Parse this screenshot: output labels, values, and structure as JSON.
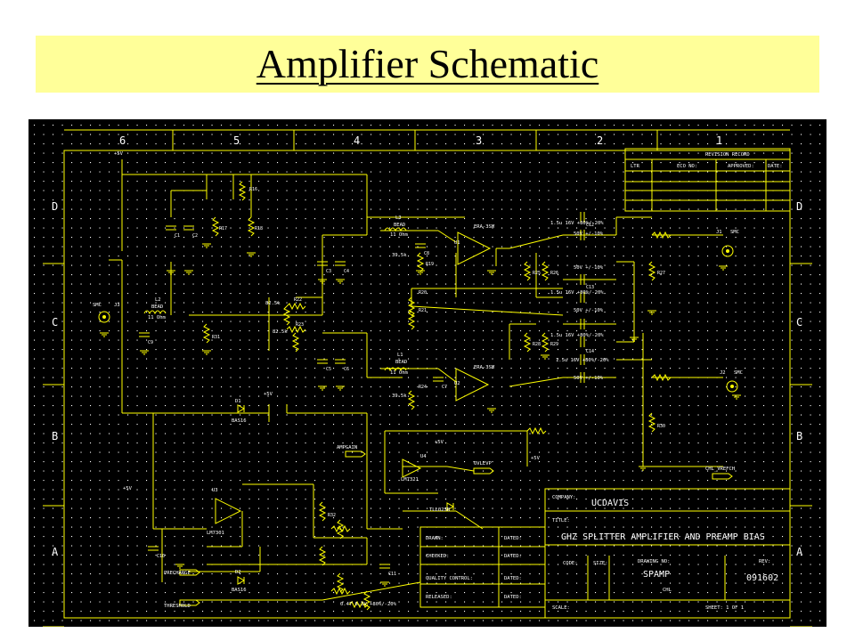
{
  "slide": {
    "title": "Amplifier Schematic",
    "banner_color": "#ffff99",
    "title_color": "#000000"
  },
  "schematic": {
    "background": "#000000",
    "line_color": "#ffff00",
    "text_color": "#ffffff",
    "dot_color": "#ffffff",
    "border_columns": [
      "6",
      "5",
      "4",
      "3",
      "2",
      "1"
    ],
    "border_rows": [
      "D",
      "C",
      "B",
      "A"
    ],
    "revision_block": {
      "title": "REVISION RECORD",
      "headers": [
        "LTR",
        "ECO NO:",
        "APPROVED:",
        "DATE:"
      ]
    },
    "title_block": {
      "company_label": "COMPANY:",
      "company": "UCDAVIS",
      "title_label": "TITLE:",
      "title": "GHZ SPLITTER AMPLIFIER AND PREAMP BIAS",
      "sign_rows": [
        {
          "label": "DRAWN:",
          "dated": "DATED:"
        },
        {
          "label": "CHECKED:",
          "dated": "DATED:"
        },
        {
          "label": "QUALITY CONTROL:",
          "dated": "DATED:"
        },
        {
          "label": "RELEASED:",
          "dated": "DATED:"
        }
      ],
      "code_label": "CODE:",
      "size_label": "SIZE:",
      "size": "",
      "drawing_no_label": "DRAWING NO:",
      "drawing_no": "SPAMP",
      "drawing_sub": "CHL",
      "rev_label": "REV:",
      "rev": "091602",
      "scale_label": "SCALE:",
      "sheet": "SHEET:  1  OF  1"
    },
    "labels": {
      "u1": "U1",
      "u1_part": "ERA-3SM",
      "u2": "U2",
      "u2_part": "ERA-3SM",
      "u3": "U3",
      "u3_part": "LM7301",
      "u4": "U4",
      "u4_part": "LM7321",
      "u5": "TLL02SB",
      "l1": "L1",
      "l1_val": "BEAD",
      "l1_ohm": "11 Ohm",
      "l2": "L2",
      "l2_val": "BEAD",
      "l2_ohm": "11 Ohm",
      "l3": "L3",
      "l3_val": "BEAD",
      "l3_ohm": "11 Ohm",
      "j_in": "J3",
      "j_in_type": "SMC",
      "j_out1": "J1",
      "j_out1_type": "SMC",
      "j_out2": "J2",
      "j_out2_type": "SMC",
      "vcc": "+5V",
      "r_misc": "R5",
      "ampgain": "AMPGAIN",
      "ovlevp": "OVLEVP",
      "chl_vrefch": "CHL_VREFCH",
      "precharge": "PRECHARGE",
      "threshold": "THRESHOLD",
      "d1": "D1",
      "d1_part": "BAS16",
      "d2": "D2",
      "d2_part": "BAS16",
      "r_labels": [
        "R16",
        "R17",
        "R18",
        "R19",
        "R20",
        "R21",
        "R22",
        "R23",
        "R24",
        "R25",
        "R26",
        "R27",
        "R28",
        "R29",
        "R30",
        "R31",
        "R32"
      ],
      "c_labels": [
        "C1",
        "C2",
        "C3",
        "C4",
        "C5",
        "C6",
        "C7",
        "C8",
        "C9",
        "C10",
        "C11",
        "C12",
        "C13",
        "C14"
      ],
      "cap_rating": "50V +/-10%",
      "cap_rating2": "1.5u 16V +80%/-20%",
      "res_val": "82.5k",
      "res_val2": "39.5k",
      "gnd_note": "0.47 6.3V +80%/-20%"
    }
  }
}
